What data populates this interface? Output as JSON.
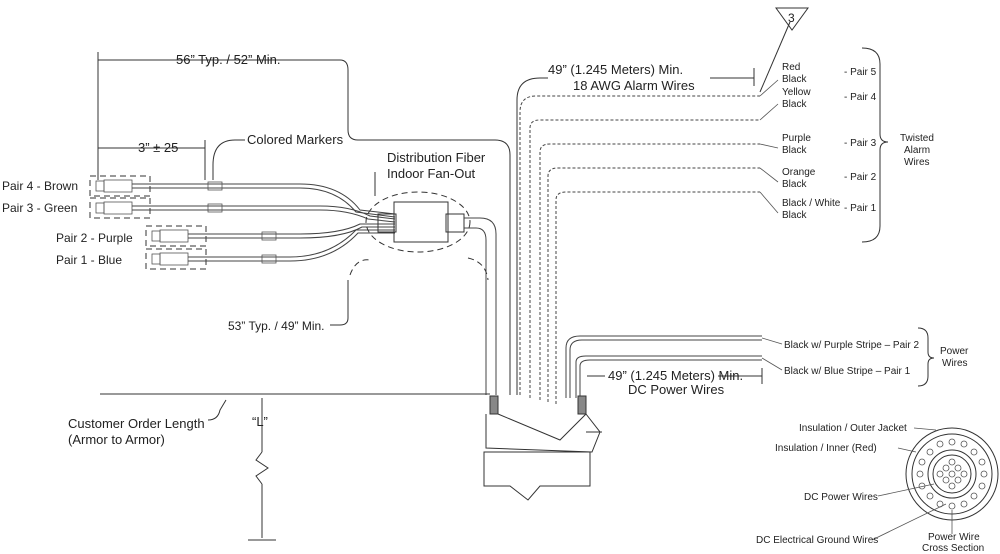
{
  "dimensions": {
    "fiber_length": "56” Typ. / 52” Min.",
    "marker_offset": "3” ± 25",
    "fanout_length": "53” Typ. / 49” Min.",
    "alarm_length": "49” (1.245 Meters) Min.",
    "alarm_desc": "18 AWG Alarm Wires",
    "power_length": "49” (1.245 Meters) Min.",
    "power_desc": "DC Power Wires",
    "order_length_line1": "Customer Order Length",
    "order_length_line2": "(Armor to Armor)",
    "l_label": "“L”"
  },
  "callouts": {
    "colored_markers": "Colored Markers",
    "fanout_line1": "Distribution Fiber",
    "fanout_line2": "Indoor Fan-Out",
    "note_number": "3"
  },
  "fiber_pairs": [
    {
      "label": "Pair 4 - Brown"
    },
    {
      "label": "Pair 3 - Green"
    },
    {
      "label": "Pair 2 - Purple"
    },
    {
      "label": "Pair 1 - Blue"
    }
  ],
  "alarm_pairs": [
    {
      "wire_a": "Red",
      "wire_b": "Black",
      "pair": "- Pair 5"
    },
    {
      "wire_a": "Yellow",
      "wire_b": "Black",
      "pair": "- Pair 4"
    },
    {
      "wire_a": "Purple",
      "wire_b": "Black",
      "pair": "- Pair 3"
    },
    {
      "wire_a": "Orange",
      "wire_b": "Black",
      "pair": "- Pair 2"
    },
    {
      "wire_a": "Black / White",
      "wire_b": "Black",
      "pair": "- Pair 1"
    }
  ],
  "alarm_group": {
    "line1": "Twisted",
    "line2": "Alarm",
    "line3": "Wires"
  },
  "power_pairs": [
    {
      "label": "Black w/ Purple Stripe – Pair 2"
    },
    {
      "label": "Black w/ Blue Stripe – Pair 1"
    }
  ],
  "power_group": {
    "line1": "Power",
    "line2": "Wires"
  },
  "cross_section": {
    "outer_jacket": "Insulation / Outer Jacket",
    "inner": "Insulation / Inner (Red)",
    "dc_power": "DC Power Wires",
    "ground": "DC Electrical Ground Wires",
    "title_line1": "Power Wire",
    "title_line2": "Cross Section"
  }
}
